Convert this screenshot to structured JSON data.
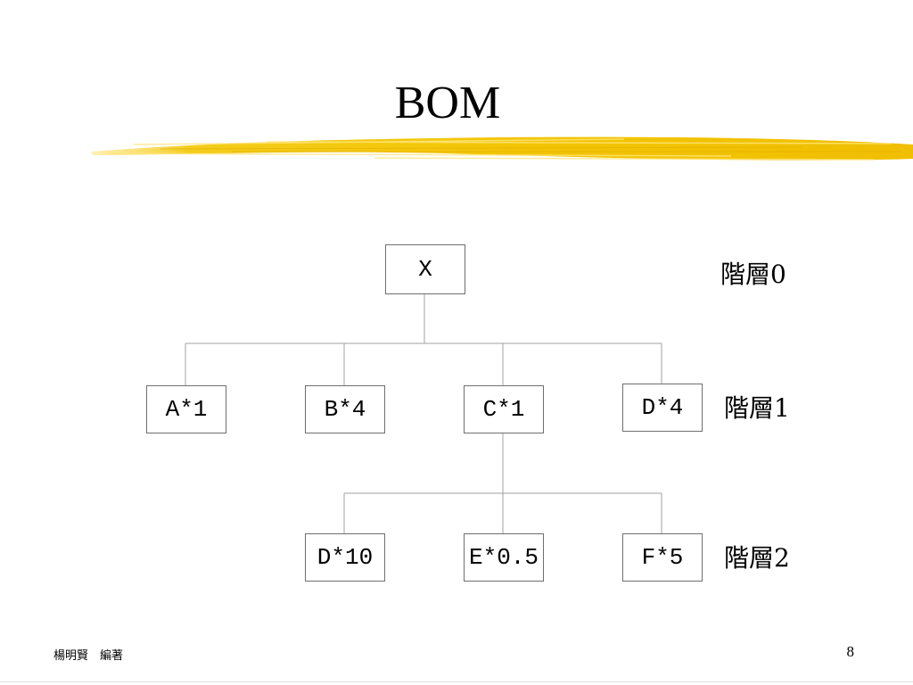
{
  "title": "BOM",
  "nodes": {
    "root": "X",
    "a": "A*1",
    "b": "B*4",
    "c": "C*1",
    "d": "D*4",
    "d10": "D*10",
    "e": "E*0.5",
    "f": "F*5"
  },
  "levels": [
    "階層0",
    "階層1",
    "階層2"
  ],
  "footer": {
    "author": "楊明賢　編著",
    "page": "8"
  },
  "colors": {
    "brush": "#f2c400",
    "brush_light": "#ffe066",
    "connector": "#a0a0a0",
    "node_border": "#6f6f6f"
  }
}
